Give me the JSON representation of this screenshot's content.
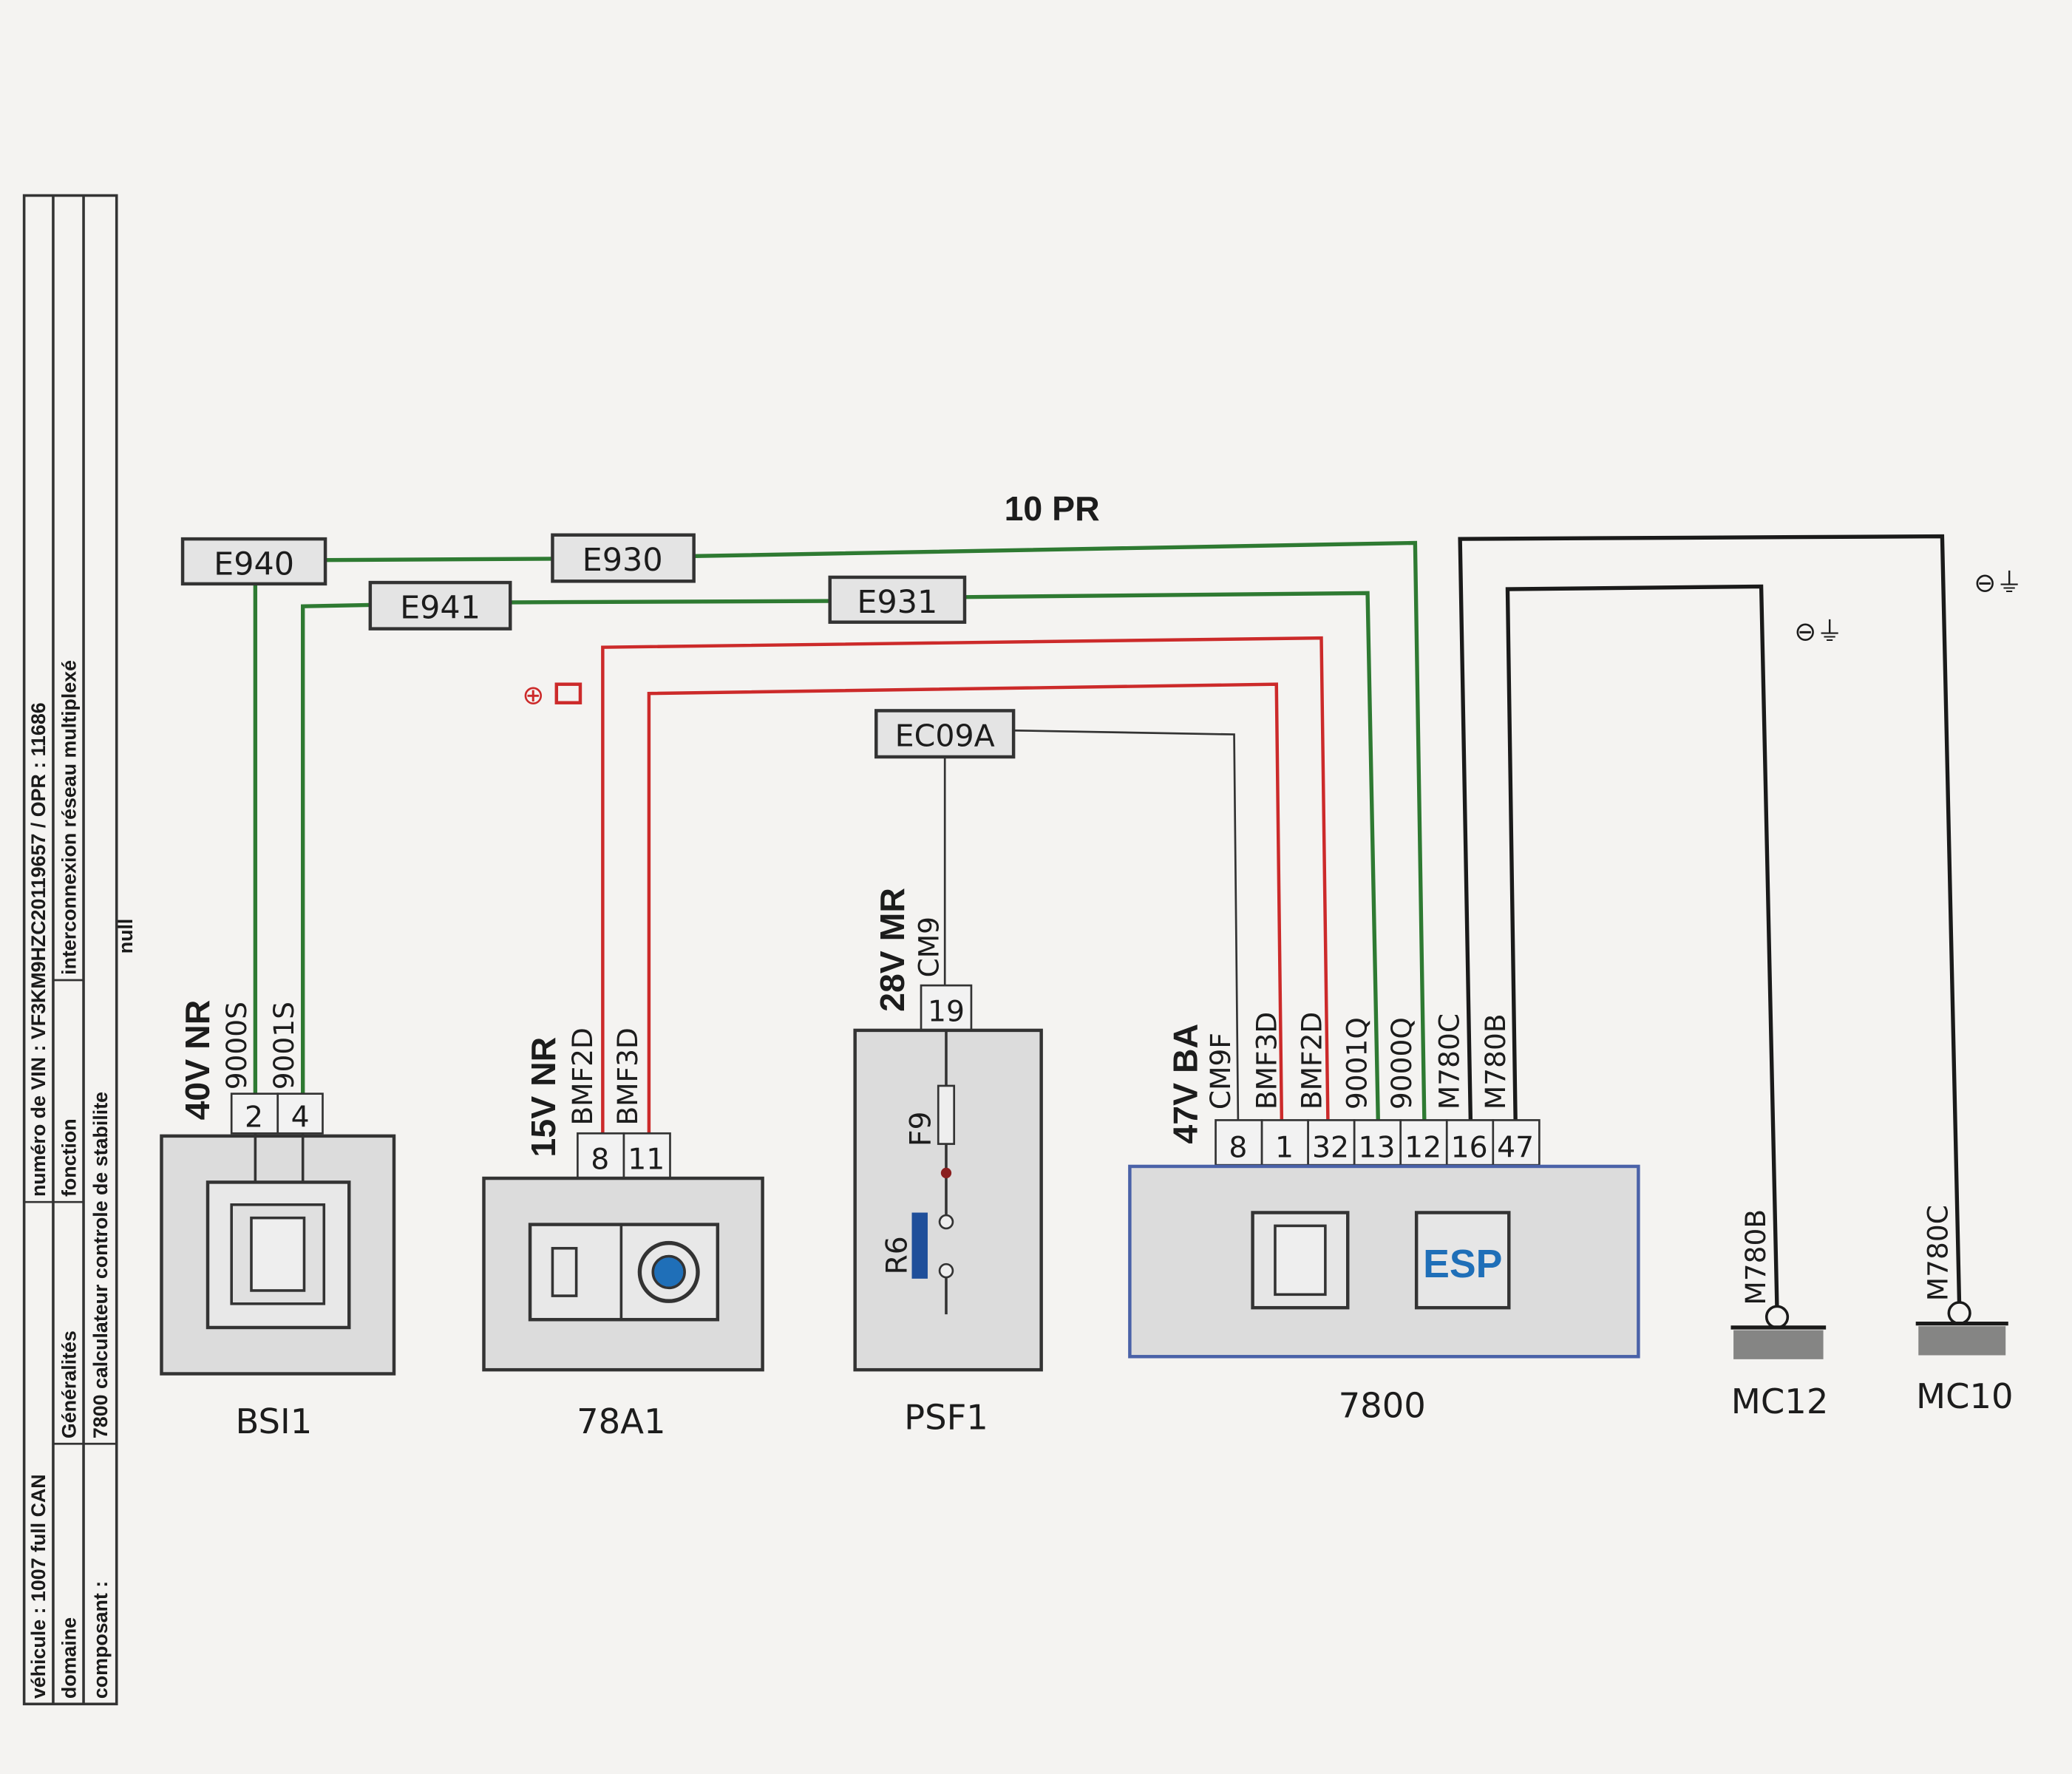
{
  "header_table": {
    "vehicle": "véhicule : 1007 full CAN",
    "vin": "numéro de VIN : VF3KM9HZC20119657 / OPR : 11686",
    "domain_label": "domaine",
    "domain_value": "Généralités",
    "function_label": "fonction",
    "function_value": "interconnexion réseau multiplexé",
    "component_label": "composant :",
    "component_value": "7800 calculateur controle de stabilite",
    "extra": "null"
  },
  "bundle_label": "10 PR",
  "connectors": [
    "E940",
    "E930",
    "E941",
    "E931",
    "EC09A"
  ],
  "colors": {
    "can_wire": "#2e7a32",
    "power_wire": "#cc2a2a",
    "ground_wire": "#1a1a1a",
    "esp_box": "#4a62a8",
    "esp_text": "#1f6fb8"
  },
  "components": {
    "bsi1": {
      "name": "BSI1",
      "connector": "40V NR",
      "pins": [
        "2",
        "4"
      ],
      "wires": [
        "9000S",
        "9001S"
      ]
    },
    "a78a1": {
      "name": "78A1",
      "connector": "15V NR",
      "pins": [
        "8",
        "11"
      ],
      "wires": [
        "BMF2D",
        "BMF3D"
      ]
    },
    "psf1": {
      "name": "PSF1",
      "connector": "28V MR",
      "pins": [
        "19"
      ],
      "wires": [
        "CM9"
      ],
      "fuse": "F9",
      "relay": "R6"
    },
    "c7800": {
      "name": "7800",
      "connector": "47V BA",
      "pins": [
        "8",
        "1",
        "32",
        "13",
        "12",
        "16",
        "47"
      ],
      "wires": [
        "CM9F",
        "BMF3D",
        "BMF2D",
        "9001Q",
        "9000Q",
        "M780C",
        "M780B"
      ],
      "badge": "ESP"
    },
    "mc12": {
      "name": "MC12",
      "wire": "M780B"
    },
    "mc10": {
      "name": "MC10",
      "wire": "M780C"
    }
  },
  "symbols": {
    "ground": "⊖⏚",
    "battery": "⊕"
  }
}
